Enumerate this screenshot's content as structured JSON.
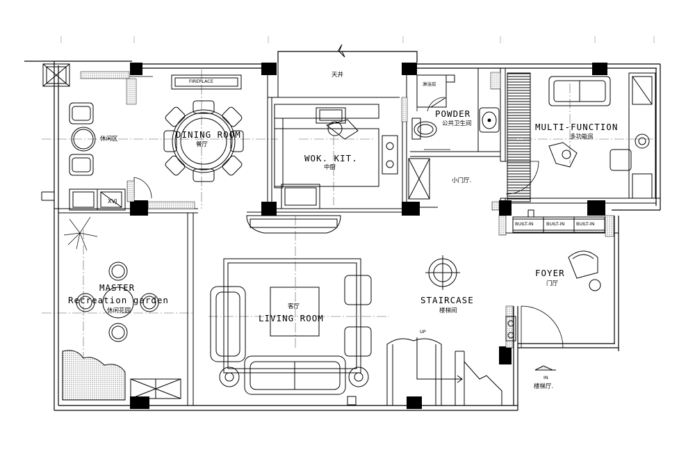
{
  "labels": {
    "skylight": "天井",
    "fireplace": "FIREPLACE",
    "dining_en": "DINING ROOM",
    "dining_cn": "餐厅",
    "leisure_cn": "休闲区",
    "wok_en": "WOK. KIT.",
    "wok_cn": "中厨",
    "shower_cn": "淋浴房",
    "powder_en": "POWDER",
    "powder_cn": "公共卫生间",
    "multi_en": "MULTI-FUNCTION",
    "multi_cn": "多功能房",
    "small_hall_cn": "小门厅.",
    "xvj": "XVJ",
    "builtin_1": "BUILT-IN",
    "builtin_2": "BUILT-IN",
    "builtin_3": "BUILT-IN",
    "master_en": "MASTER",
    "recreation_en": "Recreation garden",
    "recreation_cn": "休闲花园",
    "living_cn": "客厅",
    "living_en": "LIVING ROOM",
    "staircase_en": "STAIRCASE",
    "staircase_cn": "楼梯间",
    "foyer_en": "FOYER",
    "foyer_cn": "门厅",
    "up": "UP",
    "in": "IN",
    "stair_hall_cn": "楼梯厅."
  }
}
